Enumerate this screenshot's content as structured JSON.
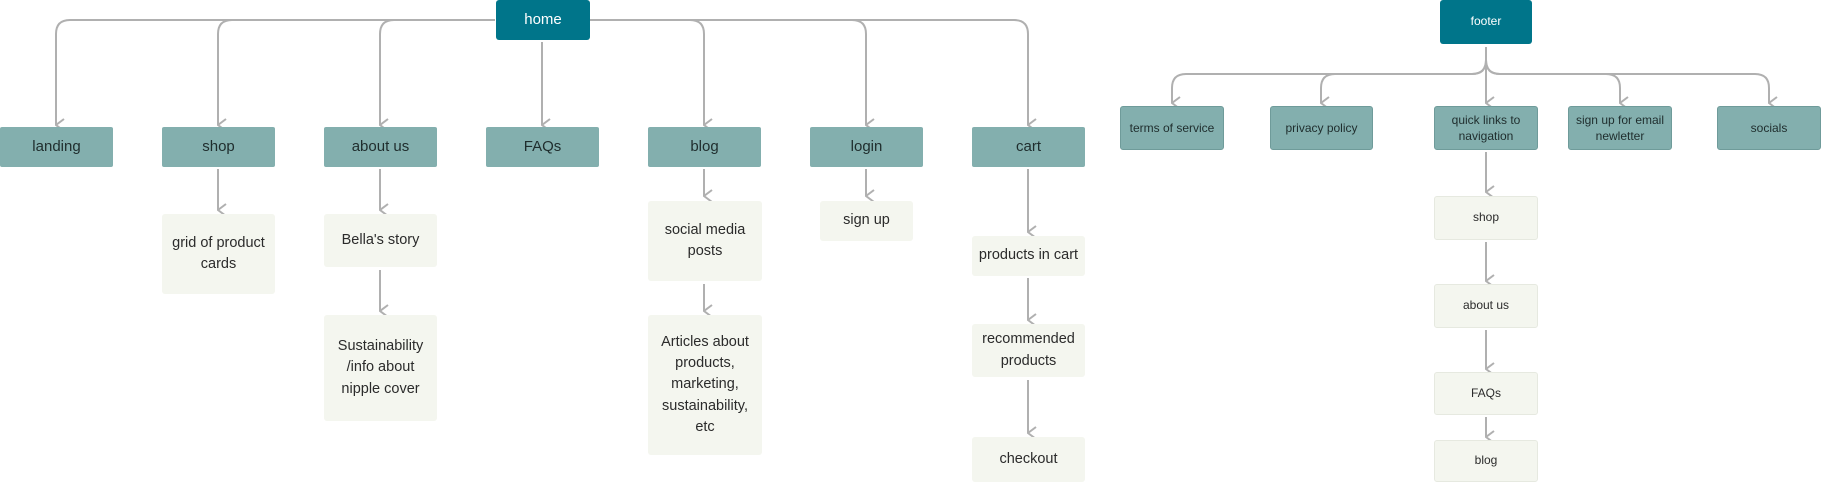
{
  "sitemap": {
    "root": "home",
    "pages": {
      "landing": "landing",
      "shop": "shop",
      "about_us": "about us",
      "faqs": "FAQs",
      "blog": "blog",
      "login": "login",
      "cart": "cart"
    },
    "shop_children": [
      "grid of product\ncards"
    ],
    "about_children": [
      "Bella's story",
      "Sustainability\n/info about\nnipple cover"
    ],
    "blog_children": [
      "social media\nposts",
      "Articles about\nproducts,\nmarketing,\nsustainability,\netc"
    ],
    "login_children": [
      "sign up"
    ],
    "cart_children": [
      "products in cart",
      "recommended\nproducts",
      "checkout"
    ]
  },
  "footer": {
    "root": "footer",
    "items": {
      "terms": "terms of service",
      "privacy": "privacy policy",
      "quick_links": "quick links to\nnavigation",
      "newsletter": "sign up for email\nnewletter",
      "socials": "socials"
    },
    "quick_links_children": [
      "shop",
      "about us",
      "FAQs",
      "blog"
    ]
  },
  "colors": {
    "root_fill": "#00758a",
    "category_fill": "#83afae",
    "leaf_fill": "#f4f6ef",
    "connector": "#b0b0b0"
  }
}
